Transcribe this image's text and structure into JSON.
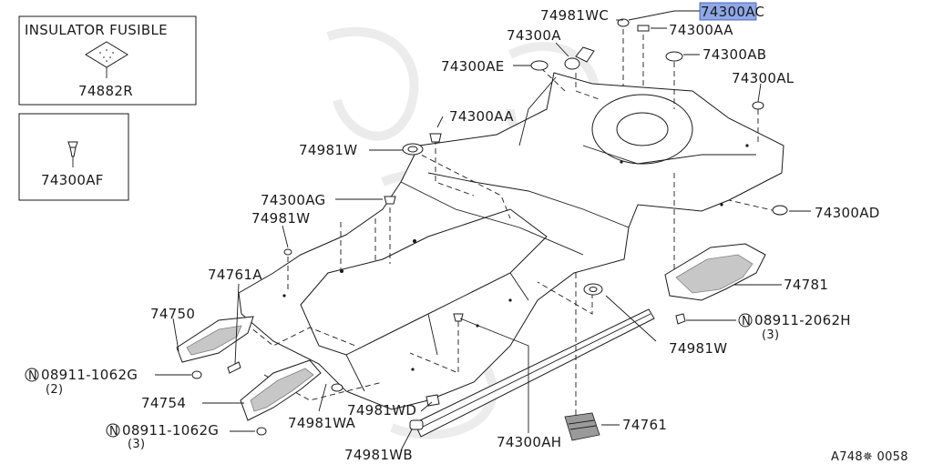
{
  "diagram_code": "A748✵ 0058",
  "highlight_color": "#8fa8e6",
  "inset_boxes": {
    "insulator_title": "INSULATOR FUSIBLE",
    "insulator_part": "74882R",
    "clip_part": "74300AF"
  },
  "labels": {
    "p74300AC": "74300AC",
    "p74981WC": "74981WC",
    "p74300A": "74300A",
    "p74300AA_top": "74300AA",
    "p74300AB": "74300AB",
    "p74300AE": "74300AE",
    "p74300AL": "74300AL",
    "p74300AA_mid": "74300AA",
    "p74981W_top": "74981W",
    "p74300AD": "74300AD",
    "p74300AG": "74300AG",
    "p74981W_left": "74981W",
    "p74761A": "74761A",
    "p74781": "74781",
    "p74750": "74750",
    "p08911_2062H": "08911-2062H",
    "p08911_2062H_qty": "(3)",
    "p08911_1062G_a": "08911-1062G",
    "p08911_1062G_a_qty": "(2)",
    "p74981W_right": "74981W",
    "p74754": "74754",
    "p74981WD": "74981WD",
    "p74981WA": "74981WA",
    "p74761": "74761",
    "p08911_1062G_b": "08911-1062G",
    "p08911_1062G_b_qty": "(3)",
    "p74981WB": "74981WB",
    "p74300AH": "74300AH"
  },
  "nut_symbol": "N"
}
